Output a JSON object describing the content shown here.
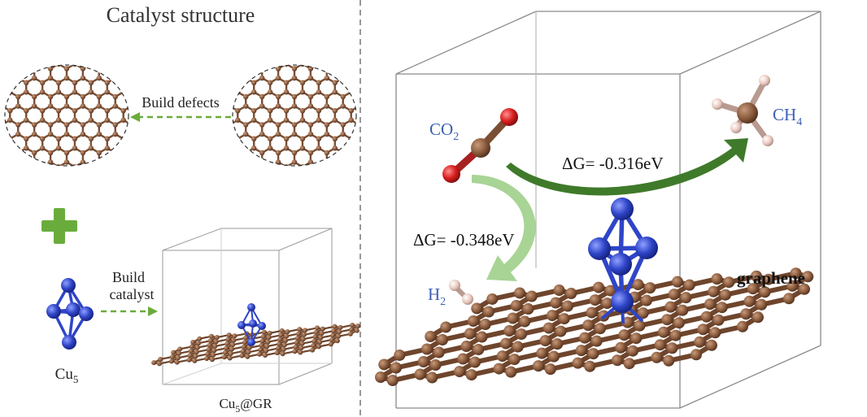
{
  "left": {
    "title": "Catalyst structure",
    "build_defects_label": "Build defects",
    "build_catalyst_label": [
      "Build",
      "catalyst"
    ],
    "cu5": {
      "base": "Cu",
      "sub": "5"
    },
    "cu5gr": {
      "base": "Cu",
      "sub": "5",
      "suffix": "@GR"
    }
  },
  "right": {
    "co2": {
      "base": "CO",
      "sub": "2"
    },
    "ch4": {
      "base": "CH",
      "sub": "4"
    },
    "h2": {
      "base": "H",
      "sub": "2"
    },
    "dg_ch4": "ΔG= -0.316eV",
    "dg_h2": "ΔG= -0.348eV",
    "graphene_label": "graphene"
  },
  "colors": {
    "carbon": "#8a5a3c",
    "carbon_bond": "#7a4e33",
    "copper": "#2f45c8",
    "oxygen": "#d91f1f",
    "hydrogen": "#e9c9bf",
    "label_blue": "#3d5fb5",
    "arrow_dark_green": "#3f7a2a",
    "arrow_light_green": "#9fcf8a",
    "plus_green": "#6aac3c"
  }
}
